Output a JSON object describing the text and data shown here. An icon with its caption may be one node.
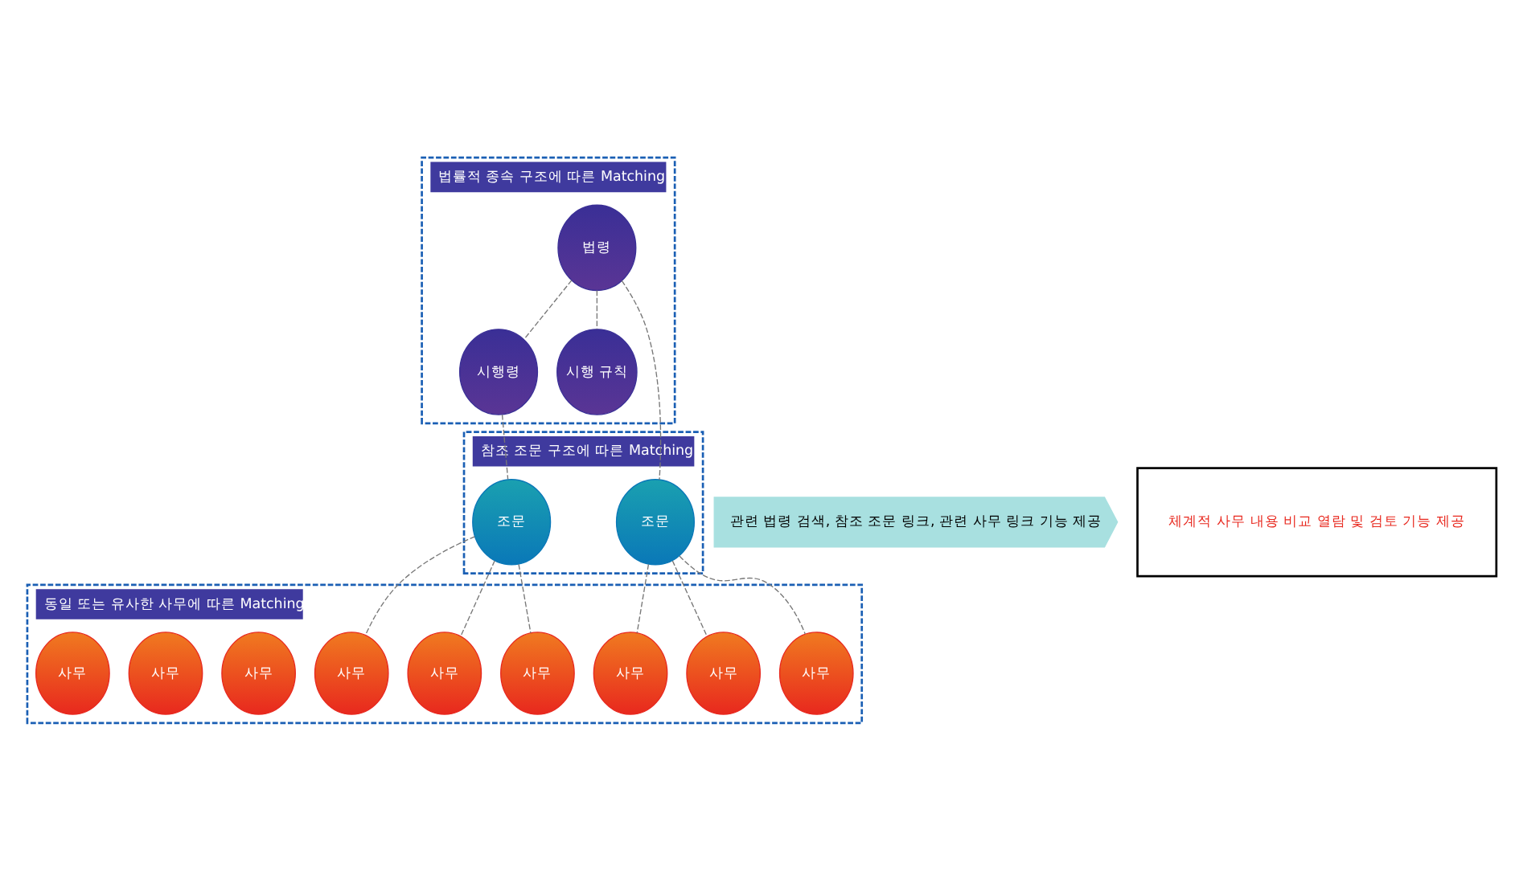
{
  "diagram": {
    "nodes": [
      {
        "text": [
          "법률적 종속 구조에 따른 Matching"
        ]
      },
      {
        "text": [
          "법령"
        ],
        "in": 0
      },
      {
        "text": [
          "시행령"
        ],
        "in": 0
      },
      {
        "text": [
          "시행 규칙"
        ],
        "in": 0
      },
      {
        "text": [
          "참조 조문 구조에 따른 Matching"
        ]
      },
      {
        "text": [
          "조문"
        ],
        "in": 4
      },
      {
        "text": [
          "조문"
        ],
        "in": 4
      },
      {
        "text": [
          "동일 또는 유사한 사무에 따른 Matching"
        ]
      },
      {
        "text": [
          "사무"
        ],
        "in": 7
      },
      {
        "text": [
          "사무"
        ],
        "in": 7
      },
      {
        "text": [
          "사무"
        ],
        "in": 7
      },
      {
        "text": [
          "사무"
        ],
        "in": 7
      },
      {
        "text": [
          "사무"
        ],
        "in": 7
      },
      {
        "text": [
          "사무"
        ],
        "in": 7
      },
      {
        "text": [
          "사무"
        ],
        "in": 7
      },
      {
        "text": [
          "사무"
        ],
        "in": 7
      },
      {
        "text": [
          "사무"
        ],
        "in": 7
      },
      {
        "text": [
          "관련 법령 검색, 참조 조문 링크, 관련 사무 링크 기능 제공"
        ]
      },
      {
        "text": [
          "체계적 사무 내용 비교 열람 및 검토 기능 제공"
        ]
      }
    ],
    "edges": [
      {
        "from": 1,
        "to": 2,
        "arrow": "none",
        "style": "dashed"
      },
      {
        "from": 1,
        "to": 3,
        "arrow": "none",
        "style": "dashed"
      },
      {
        "from": 1,
        "to": 6,
        "arrow": "none",
        "style": "dashed"
      },
      {
        "from": 2,
        "to": 5,
        "arrow": "none",
        "style": "dashed"
      },
      {
        "from": 5,
        "to": 8,
        "arrow": "none",
        "style": "dashed"
      },
      {
        "from": 5,
        "to": 9,
        "arrow": "none",
        "style": "dashed"
      },
      {
        "from": 5,
        "to": 10,
        "arrow": "none",
        "style": "dashed"
      },
      {
        "from": 6,
        "to": 11,
        "arrow": "none",
        "style": "dashed"
      },
      {
        "from": 6,
        "to": 12,
        "arrow": "none",
        "style": "dashed"
      },
      {
        "from": 6,
        "to": 13,
        "arrow": "none",
        "style": "dashed"
      }
    ]
  }
}
